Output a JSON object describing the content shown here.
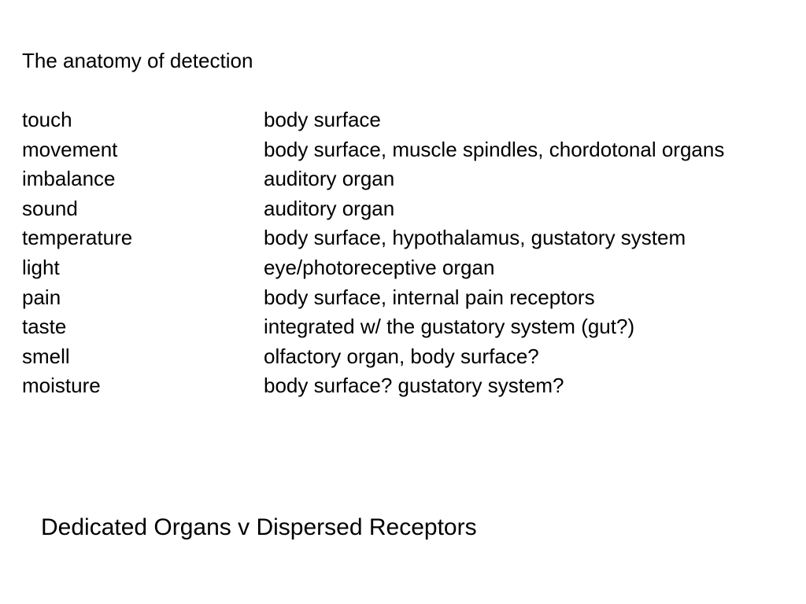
{
  "title": "The anatomy of detection",
  "rows": [
    {
      "stimulus": "touch",
      "organ": "body surface"
    },
    {
      "stimulus": "movement",
      "organ": "body surface, muscle spindles, chordotonal organs"
    },
    {
      "stimulus": "imbalance",
      "organ": "auditory organ"
    },
    {
      "stimulus": "sound",
      "organ": "auditory organ"
    },
    {
      "stimulus": "temperature",
      "organ": "body surface, hypothalamus, gustatory system"
    },
    {
      "stimulus": "light",
      "organ": "eye/photoreceptive organ"
    },
    {
      "stimulus": "pain",
      "organ": "body surface, internal pain receptors"
    },
    {
      "stimulus": "taste",
      "organ": "integrated w/ the gustatory system (gut?)"
    },
    {
      "stimulus": "smell",
      "organ": "olfactory organ, body surface?"
    },
    {
      "stimulus": "moisture",
      "organ": "body surface? gustatory system?"
    }
  ],
  "footer": "Dedicated Organs v Dispersed Receptors"
}
